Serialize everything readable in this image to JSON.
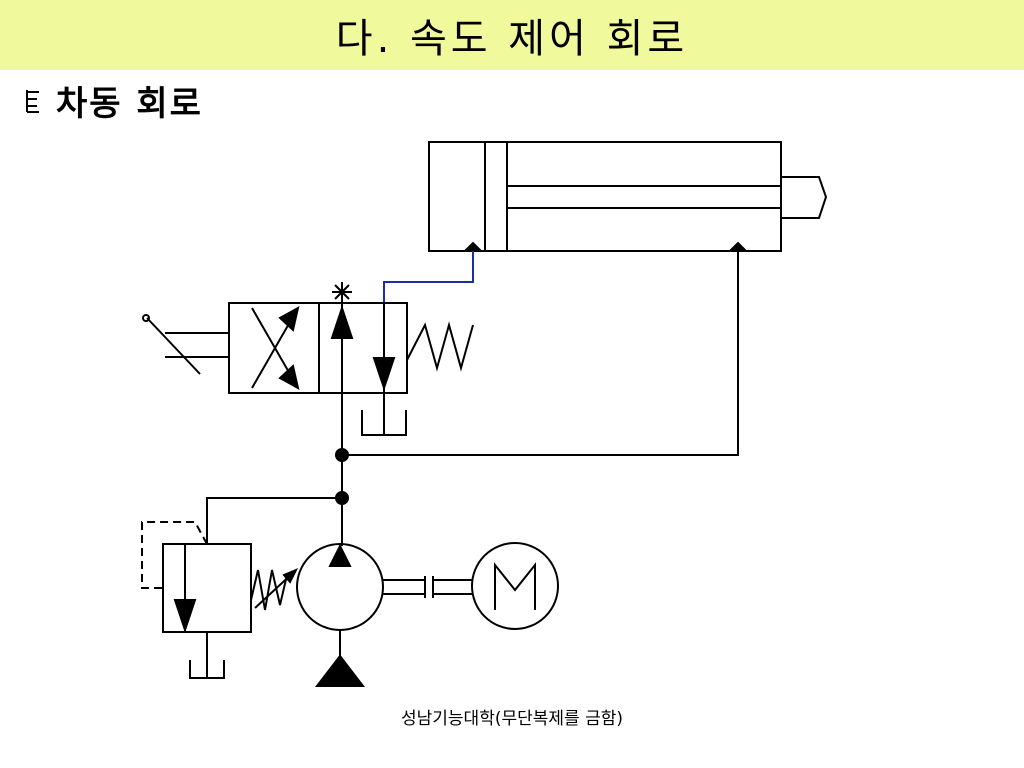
{
  "title": "다. 속도 제어 회로",
  "heading": "차동 회로",
  "footer": "성남기능대학(무단복제를 금함)",
  "colors": {
    "title_bg": "#f0fa9c",
    "line": "#000000",
    "pilot_line": "#1a2ea8"
  },
  "icons": [
    "bullet-icon"
  ]
}
